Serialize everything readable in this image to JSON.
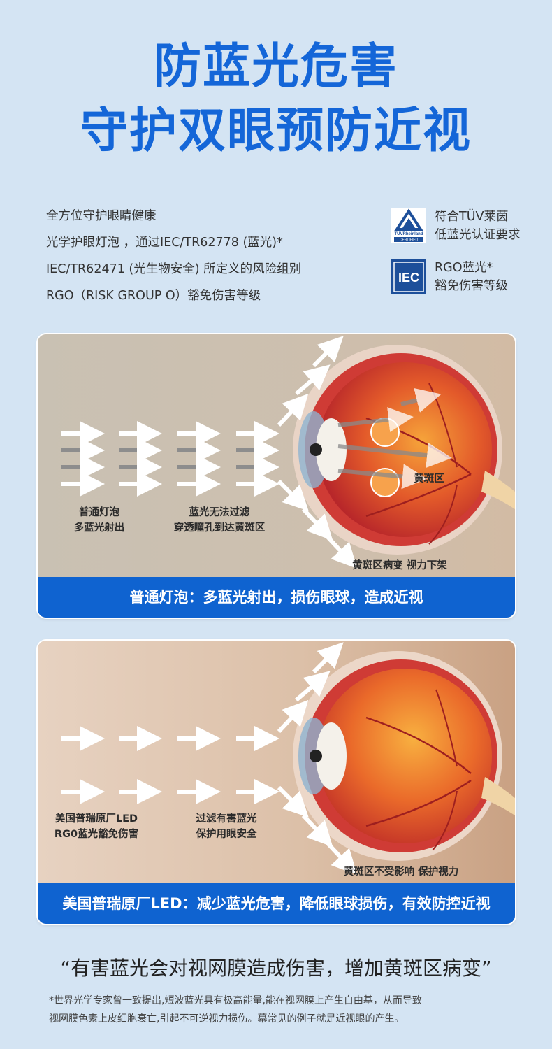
{
  "headline": {
    "line1": "防蓝光危害",
    "line2": "守护双眼预防近视"
  },
  "intro": [
    "全方位守护眼睛健康",
    "光学护眼灯泡 ，通过IEC/TR62778 (蓝光)*",
    "IEC/TR62471 (光生物安全) 所定义的风险组别",
    "RGO（RISK GROUP O）豁免伤害等级"
  ],
  "certs": [
    {
      "icon": "tuv-rheinland-logo",
      "logo_line1": "TÜVRheinland",
      "logo_line2": "CERTIFIED",
      "line1": "符合TÜV莱茵",
      "line2": "低蓝光认证要求"
    },
    {
      "icon": "iec-logo",
      "logo_text": "IEC",
      "line1": "RGO蓝光*",
      "line2": "豁免伤害等级"
    }
  ],
  "panel1": {
    "caption_left_1": "普通灯泡",
    "caption_left_2": "多蓝光射出",
    "caption_mid_1": "蓝光无法过滤",
    "caption_mid_2": "穿透瞳孔到达黄斑区",
    "macula_label": "黄斑区",
    "bottom_label": "黄斑区病变 视力下架",
    "banner": "普通灯泡：多蓝光射出，损伤眼球，造成近视"
  },
  "panel2": {
    "caption_left_1": "美国普瑞原厂LED",
    "caption_left_2": "RG0蓝光豁免伤害",
    "caption_mid_1": "过滤有害蓝光",
    "caption_mid_2": "保护用眼安全",
    "bottom_label": "黄斑区不受影响 保护视力",
    "banner": "美国普瑞原厂LED：减少蓝光危害，降低眼球损伤，有效防控近视"
  },
  "quote": "“有害蓝光会对视网膜造成伤害，增加黄斑区病变”",
  "footnote": [
    "*世界光学专家曾一致提出,短波蓝光具有极高能量,能在视网膜上产生自由基，从而导致",
    "视网膜色素上皮细胞衰亡,引起不可逆视力损伤。幕常见的例子就是近视眼的产生。"
  ],
  "colors": {
    "brand_blue": "#1466d8",
    "banner_blue": "#0f63d0",
    "background": "#d4e4f3"
  }
}
